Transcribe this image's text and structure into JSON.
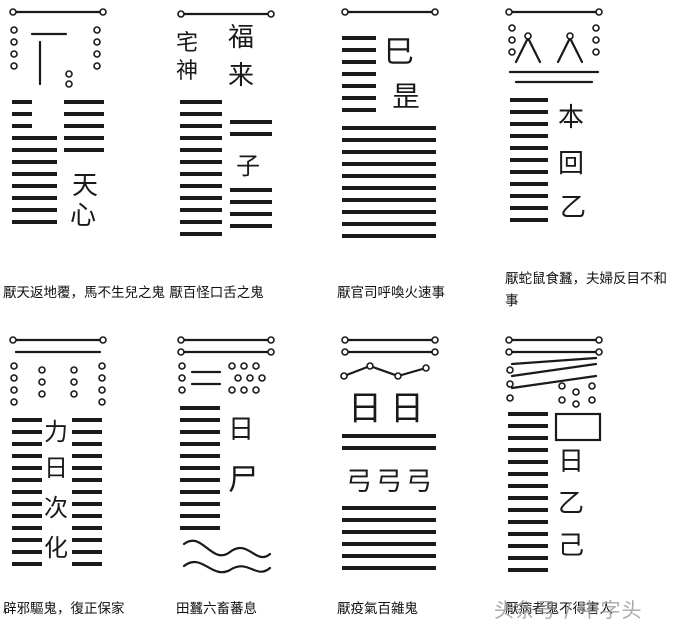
{
  "talismans": [
    {
      "caption": "厭天返地覆，馬不生兒之鬼 厭百怪口舌之鬼",
      "glyphs": [
        "天",
        "心"
      ]
    },
    {
      "caption": "",
      "glyphs": [
        "宅",
        "神",
        "福",
        "来",
        "子"
      ]
    },
    {
      "caption": "厭官司呼喚火速事",
      "glyphs": [
        "巳",
        "昰"
      ]
    },
    {
      "caption": "厭蛇鼠食蠶，夫婦反目不和事",
      "glyphs": [
        "本",
        "回",
        "乙"
      ]
    },
    {
      "caption": "辟邪驅鬼，復正保家",
      "glyphs": [
        "力",
        "日",
        "次",
        "化"
      ]
    },
    {
      "caption": "田蠶六畜蕃息",
      "glyphs": [
        "日",
        "尸"
      ]
    },
    {
      "caption": "厭疫氣百雜鬼",
      "glyphs": [
        "日",
        "弓"
      ]
    },
    {
      "caption": "厭病者鬼不得害人",
      "glyphs": [
        "日",
        "乙",
        "己"
      ]
    }
  ],
  "watermark": "头条号 / 中字头"
}
